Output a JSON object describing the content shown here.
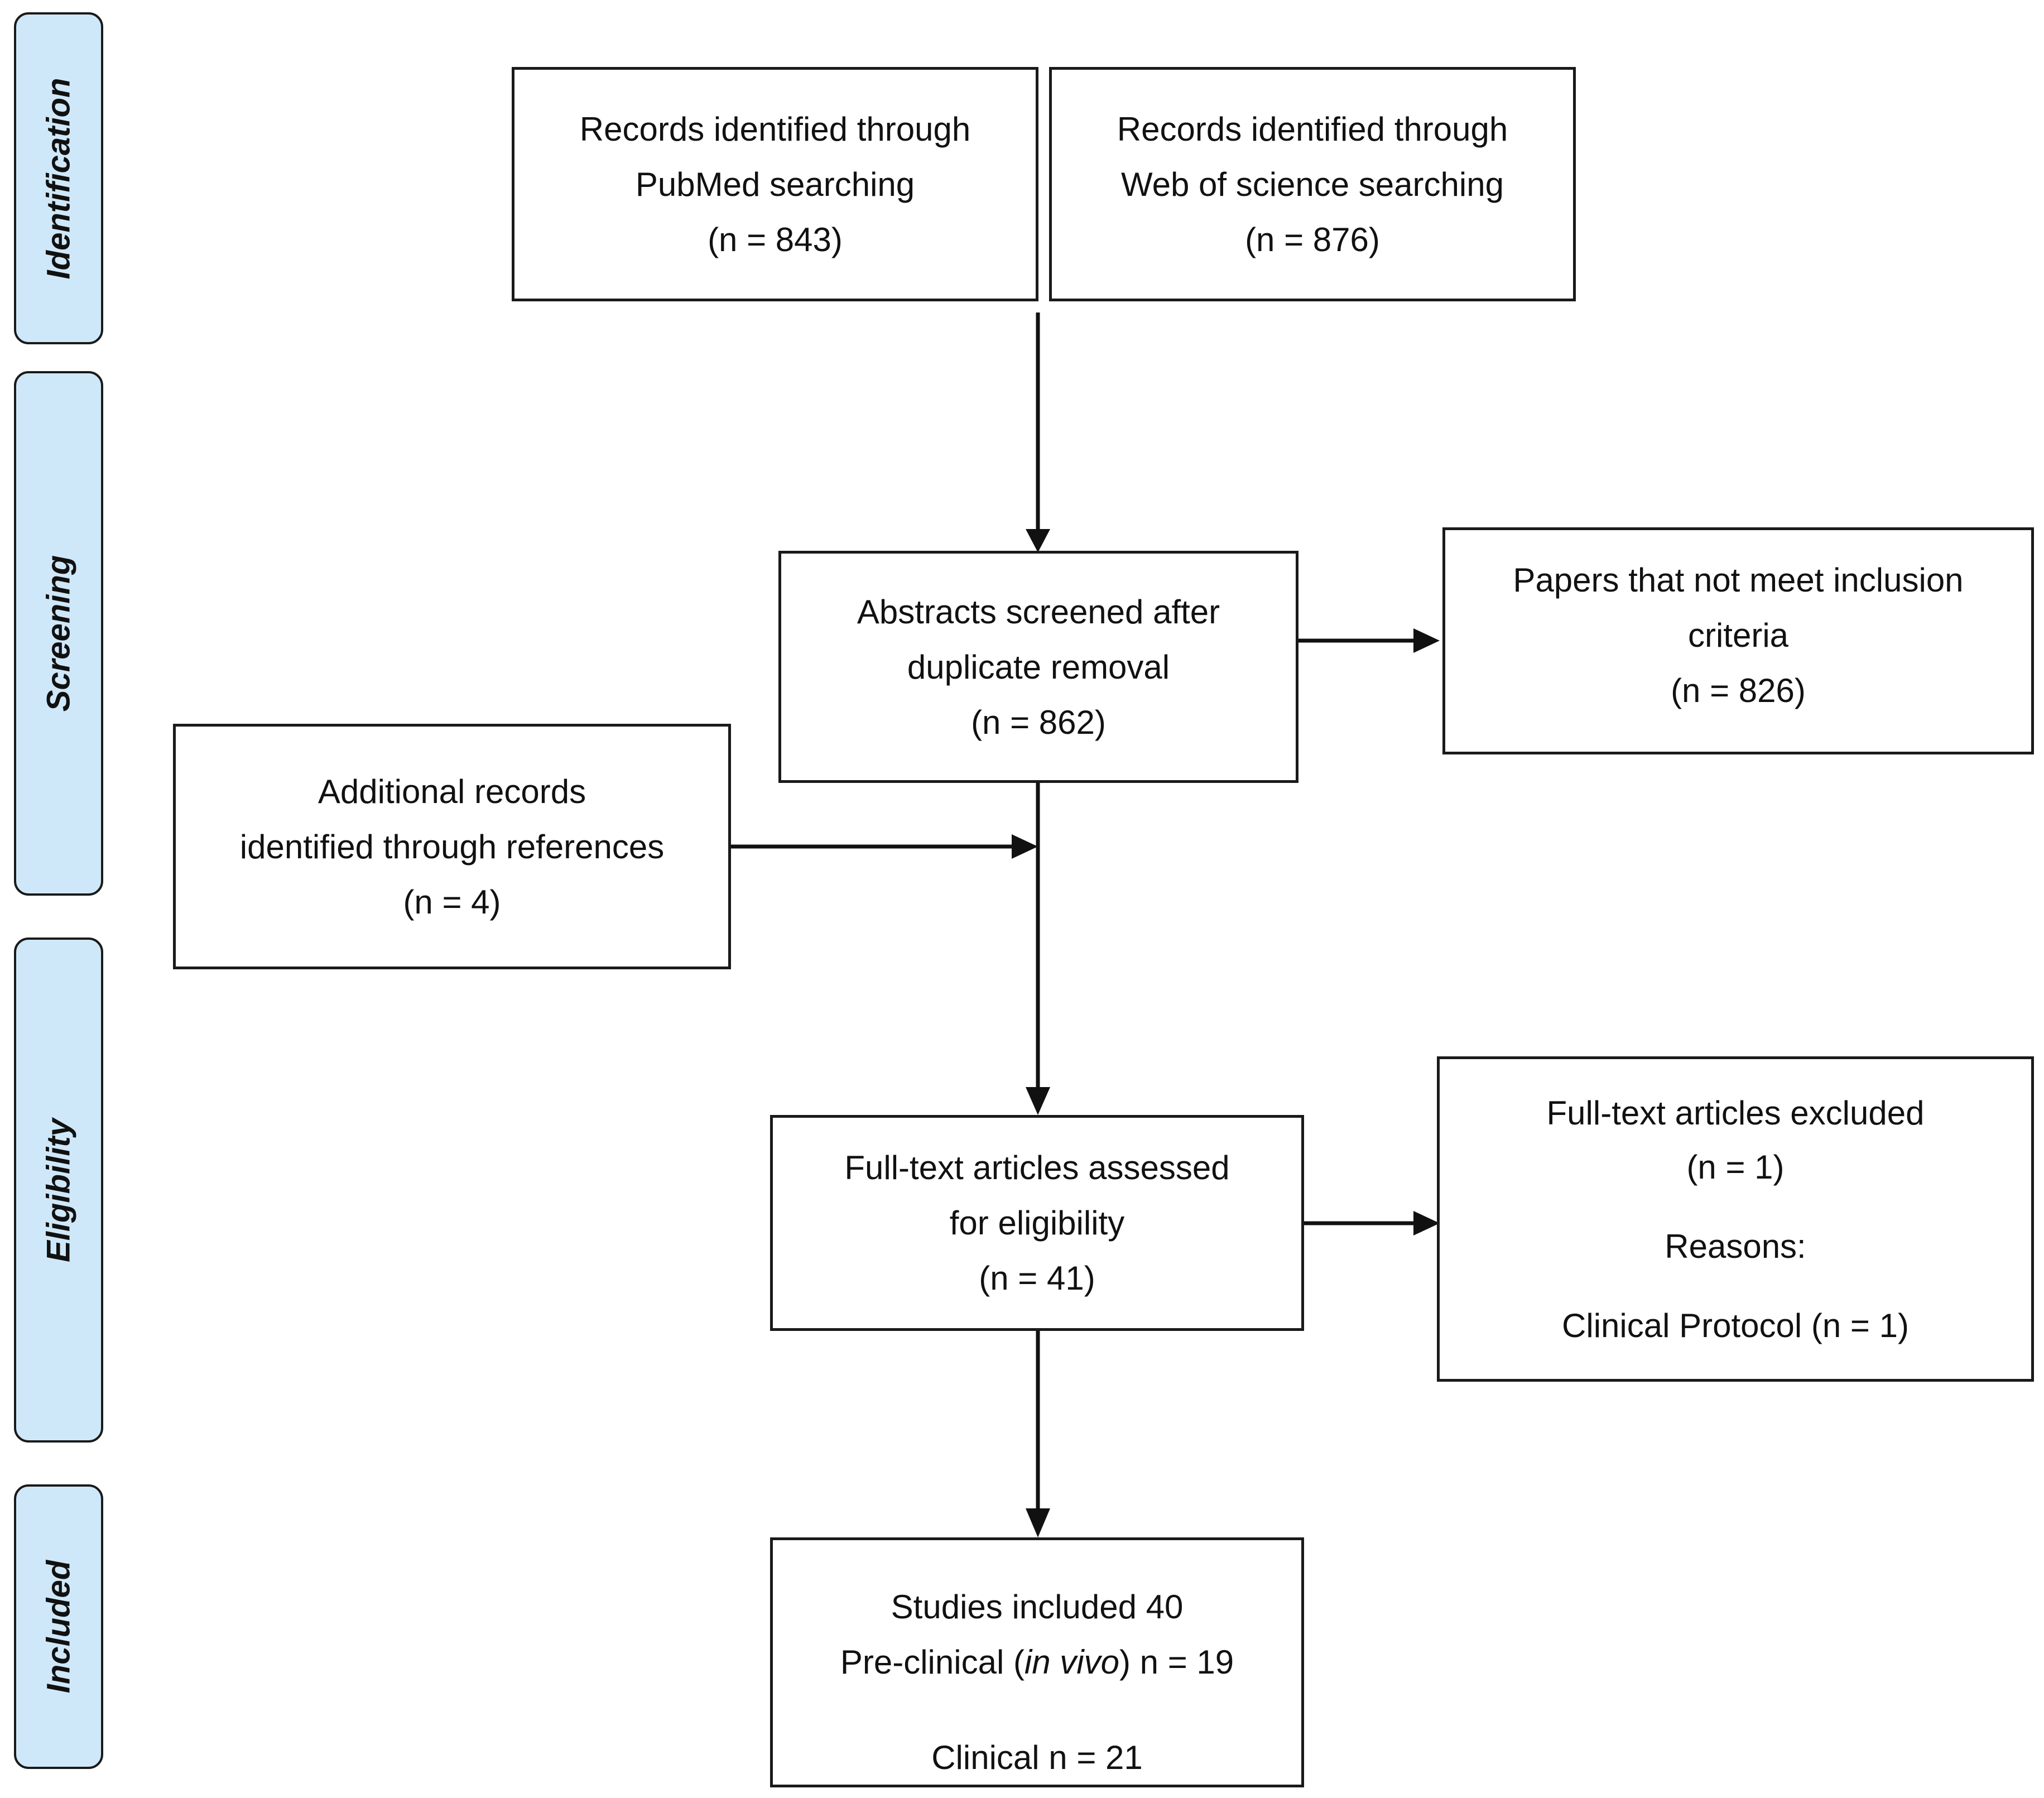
{
  "stages": {
    "identification": "Identification",
    "screening": "Screening",
    "eligibility": "Eligibility",
    "included": "Included"
  },
  "boxes": {
    "pubmed": {
      "line1": "Records identified through",
      "line2": "PubMed searching",
      "count": "(n = 843)"
    },
    "wos": {
      "line1": "Records identified through",
      "line2": "Web of science searching",
      "count": "(n = 876)"
    },
    "abstracts": {
      "line1": "Abstracts screened after",
      "line2": "duplicate removal",
      "count": "(n = 862)"
    },
    "not_meet": {
      "line1": "Papers that not meet inclusion",
      "line2": "criteria",
      "count": "(n = 826)"
    },
    "additional": {
      "line1": "Additional records",
      "line2": "identified through references",
      "count": "(n = 4)"
    },
    "fulltext": {
      "line1": "Full-text articles assessed",
      "line2": "for eligibility",
      "count": "(n = 41)"
    },
    "excluded": {
      "line1": "Full-text articles excluded",
      "count": "(n = 1)",
      "reasons_label": "Reasons:",
      "reason1": "Clinical Protocol (n = 1)"
    },
    "included": {
      "line1": "Studies included 40",
      "pre_prefix": "Pre-clinical (",
      "pre_italic": "in vivo",
      "pre_suffix": ") n = 19",
      "clinical": "Clinical n = 21"
    }
  }
}
